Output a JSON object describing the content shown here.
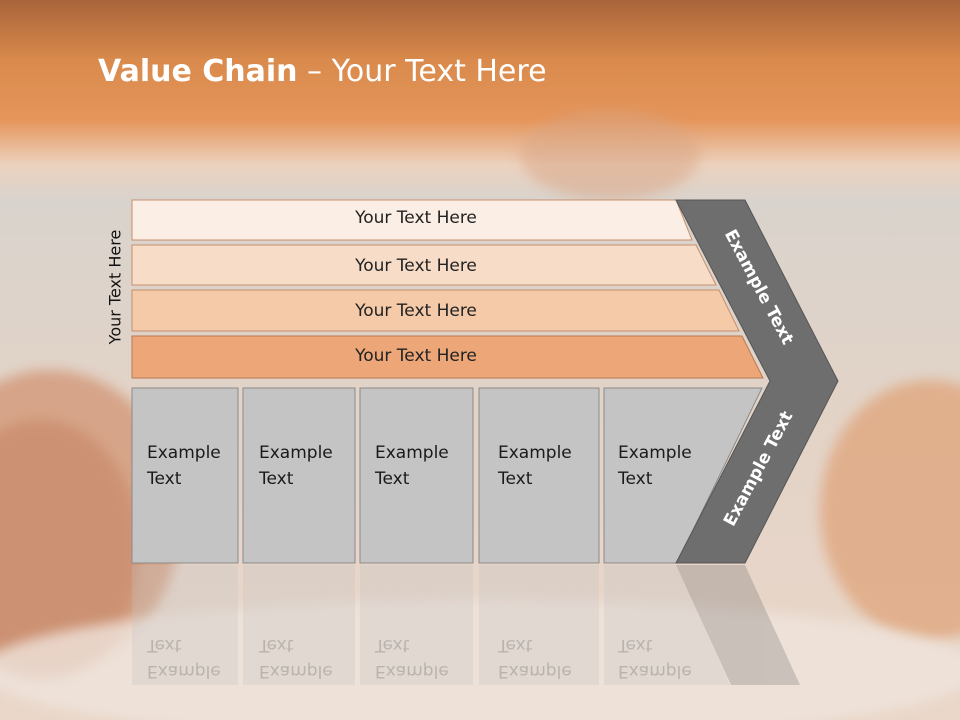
{
  "title": {
    "bold": "Value Chain",
    "rest": " – Your Text Here"
  },
  "side_label": "Your Text Here",
  "bands": [
    "Your Text Here",
    "Your Text Here",
    "Your Text Here",
    "Your Text Here"
  ],
  "boxes": [
    {
      "line1": "Example",
      "line2": "Text"
    },
    {
      "line1": "Example",
      "line2": "Text"
    },
    {
      "line1": "Example",
      "line2": "Text"
    },
    {
      "line1": "Example",
      "line2": "Text"
    },
    {
      "line1": "Example",
      "line2": "Text"
    }
  ],
  "chevron": {
    "upper": "Example Text",
    "lower": "Example Text"
  },
  "colors": {
    "band_1": "#fbeee5",
    "band_2": "#f7dcc8",
    "band_3": "#f4caa9",
    "band_4": "#eca677",
    "box": "#c4c4c4",
    "chevron": "#6e6e6e"
  }
}
